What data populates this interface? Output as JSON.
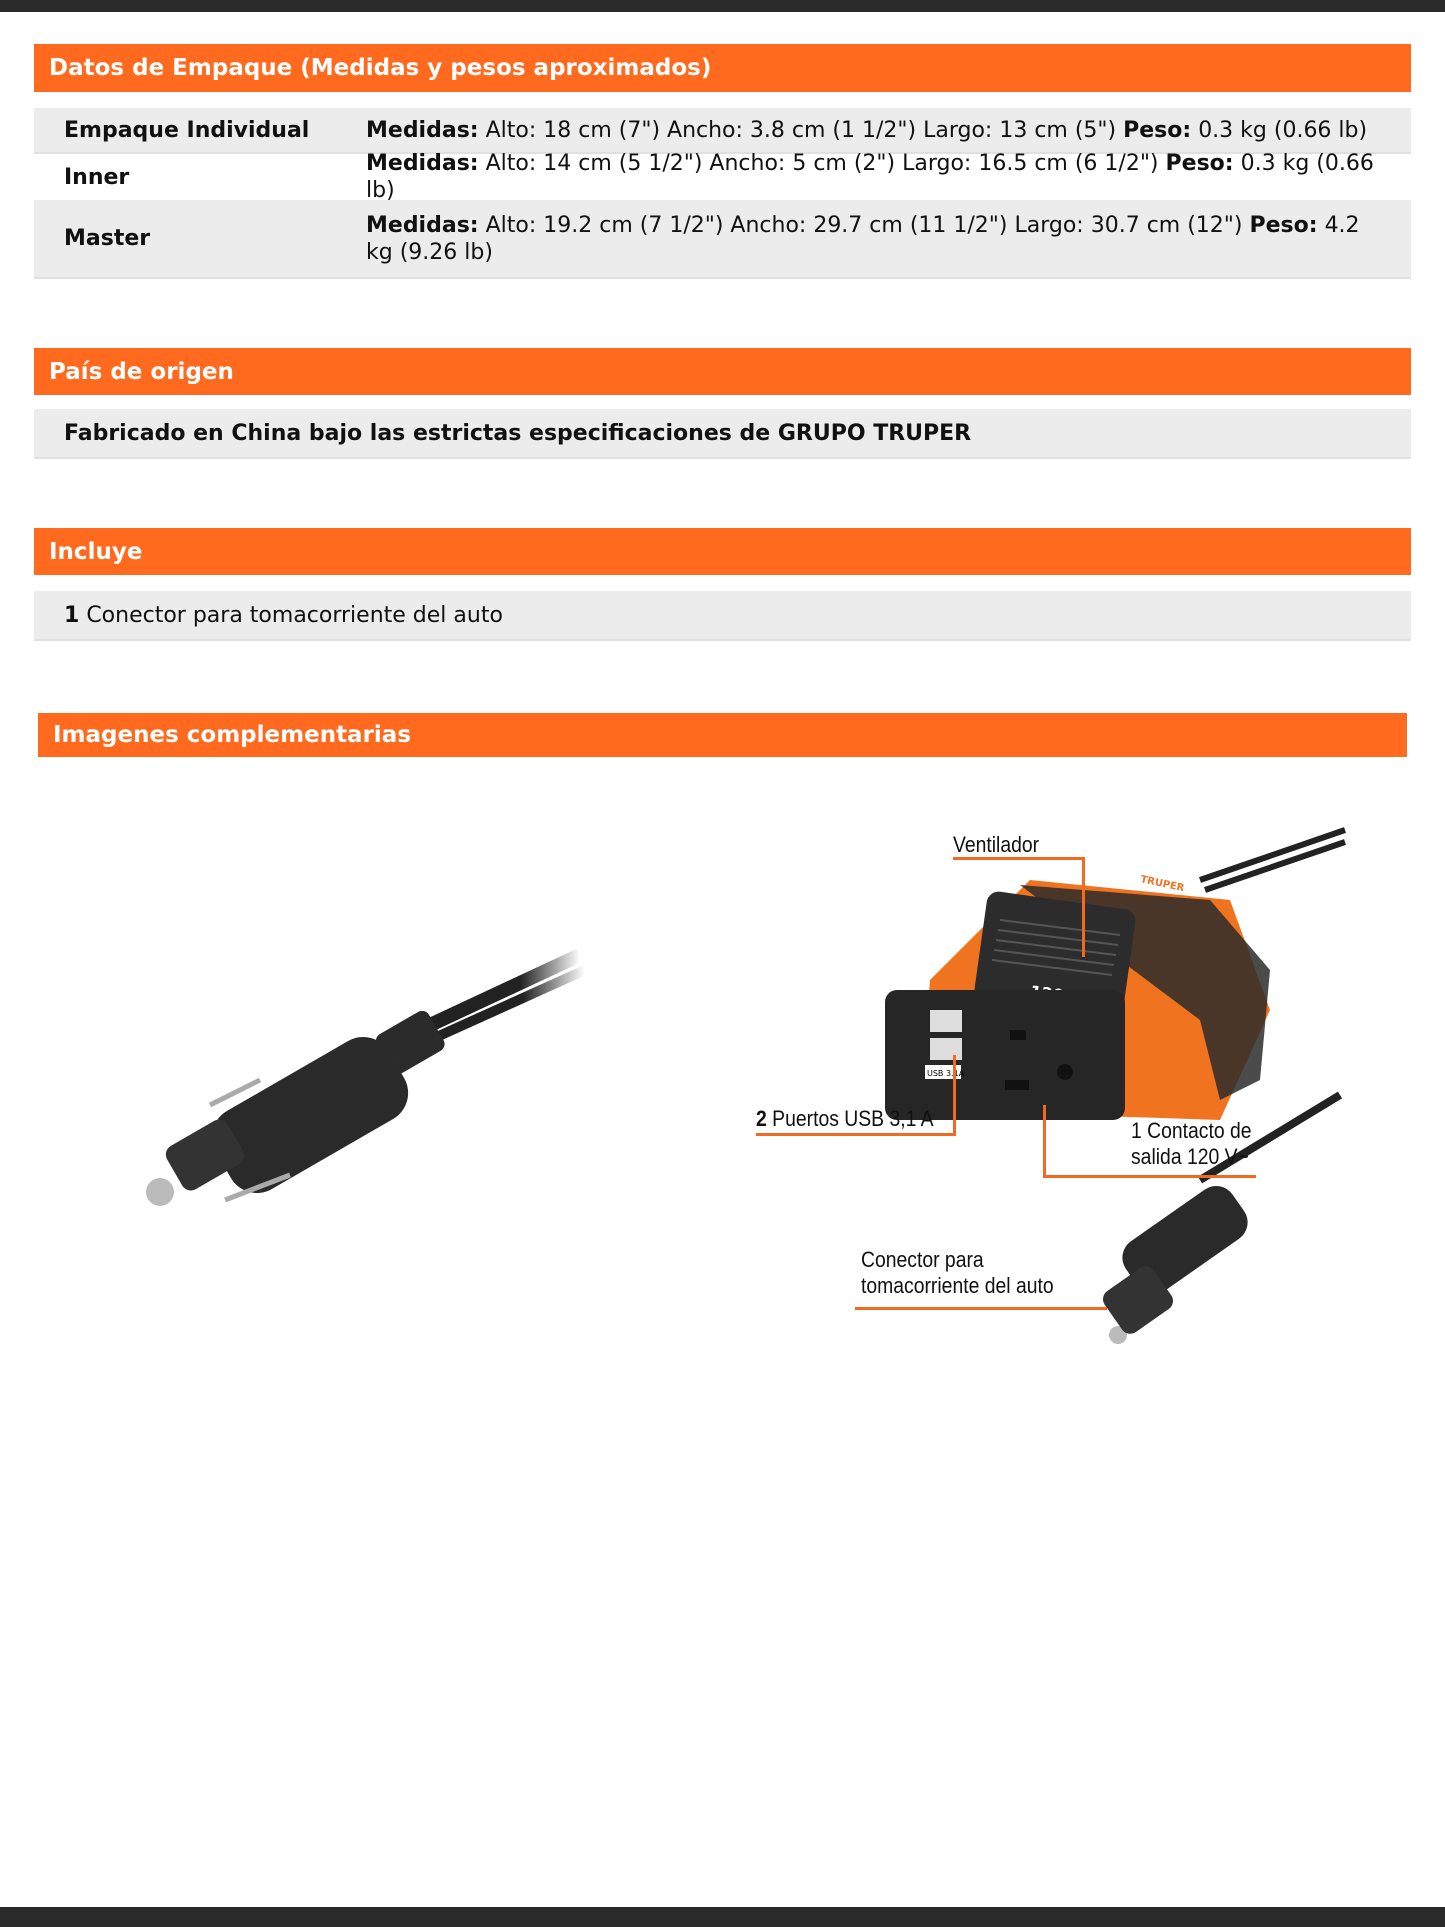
{
  "packaging": {
    "title": "Datos de Empaque (Medidas y pesos aproximados)",
    "medidas_label": "Medidas:",
    "peso_label": "Peso:",
    "rows": [
      {
        "name": "Empaque Individual",
        "medidas": "Alto: 18 cm (7\") Ancho: 3.8 cm (1 1/2\") Largo: 13 cm (5\")",
        "peso": "0.3 kg (0.66 lb)"
      },
      {
        "name": "Inner",
        "medidas": "Alto: 14 cm (5 1/2\") Ancho: 5 cm (2\") Largo: 16.5 cm (6 1/2\")",
        "peso": "0.3 kg (0.66 lb)"
      },
      {
        "name": "Master",
        "medidas": "Alto: 19.2 cm (7 1/2\") Ancho: 29.7 cm (11 1/2\") Largo: 30.7 cm (12\")",
        "peso": "4.2 kg (9.26 lb)"
      }
    ]
  },
  "origin": {
    "title": "País de origen",
    "text": "Fabricado en China bajo las estrictas especificaciones de GRUPO TRUPER"
  },
  "includes": {
    "title": "Incluye",
    "qty": "1",
    "item": "Conector para tomacorriente del auto"
  },
  "images": {
    "title": "Imagenes complementarias",
    "callouts": {
      "fan": "Ventilador",
      "usb_qty": "2",
      "usb": "Puertos USB 3,1 A",
      "outlet_line1": "1 Contacto de",
      "outlet_line2": "salida  120 V~",
      "connector_line1": "Conector para",
      "connector_line2": "tomacorriente del auto"
    },
    "product_brand": "TRUPER",
    "product_power": "120 W",
    "usb_badge": "USB 3.1A"
  },
  "colors": {
    "accent": "#ff6a1f",
    "row_bg": "#ececec",
    "bar": "#2a2a2a"
  }
}
